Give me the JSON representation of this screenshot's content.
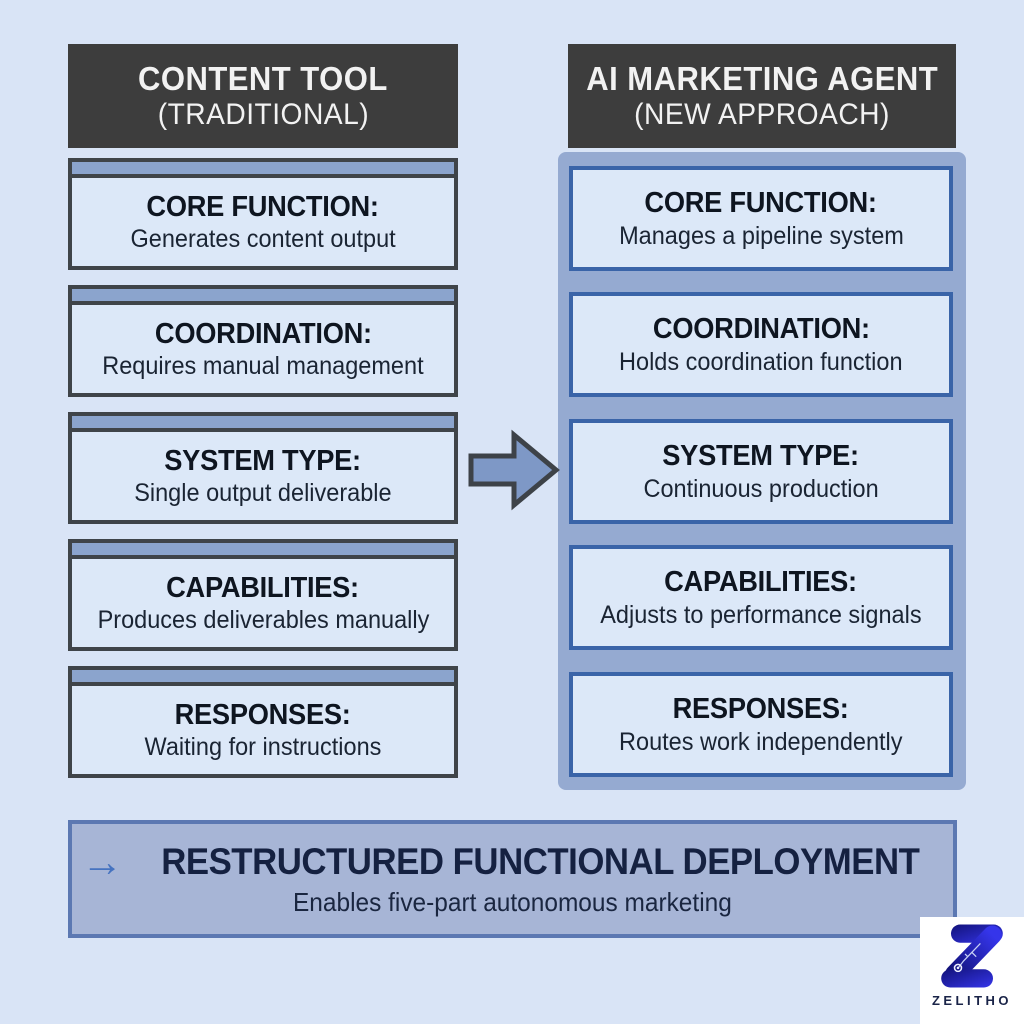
{
  "page": {
    "background": "#d9e4f6"
  },
  "left_column": {
    "header": {
      "line1": "CONTENT TOOL",
      "line2": "(TRADITIONAL)"
    },
    "boxes": [
      {
        "title": "CORE FUNCTION:",
        "desc": "Generates content output"
      },
      {
        "title": "COORDINATION:",
        "desc": "Requires manual management"
      },
      {
        "title": "SYSTEM TYPE:",
        "desc": "Single output deliverable"
      },
      {
        "title": "CAPABILITIES:",
        "desc": "Produces deliverables manually"
      },
      {
        "title": "RESPONSES:",
        "desc": "Waiting for instructions"
      }
    ]
  },
  "right_column": {
    "header": {
      "line1": "AI MARKETING AGENT",
      "line2": "(NEW APPROACH)"
    },
    "boxes": [
      {
        "title": "CORE FUNCTION:",
        "desc": "Manages a pipeline system"
      },
      {
        "title": "COORDINATION:",
        "desc": "Holds coordination function"
      },
      {
        "title": "SYSTEM TYPE:",
        "desc": "Continuous production"
      },
      {
        "title": "CAPABILITIES:",
        "desc": "Adjusts to performance signals"
      },
      {
        "title": "RESPONSES:",
        "desc": "Routes work independently"
      }
    ]
  },
  "banner": {
    "arrow_glyph": "→",
    "title": "RESTRUCTURED FUNCTIONAL DEPLOYMENT",
    "subtitle": "Enables five-part autonomous marketing"
  },
  "logo": {
    "brand": "ZELITHO"
  },
  "colors": {
    "background": "#d9e4f6",
    "header_bg": "#3d3d3d",
    "header_text": "#f2f2f2",
    "left_box_border": "#3f4449",
    "left_box_strip": "#8ba4cd",
    "box_fill": "#dce8f8",
    "right_panel": "#95aad1",
    "right_box_border": "#3a64a8",
    "arrow_fill": "#7e98c6",
    "arrow_stroke": "#3d4248",
    "banner_fill": "#a7b5d6",
    "banner_border": "#5c78b2",
    "banner_arrow": "#4673c0",
    "text_dark": "#0e1520",
    "banner_text": "#152141",
    "logo_navy": "#12127a",
    "logo_blue": "#3535ea"
  }
}
